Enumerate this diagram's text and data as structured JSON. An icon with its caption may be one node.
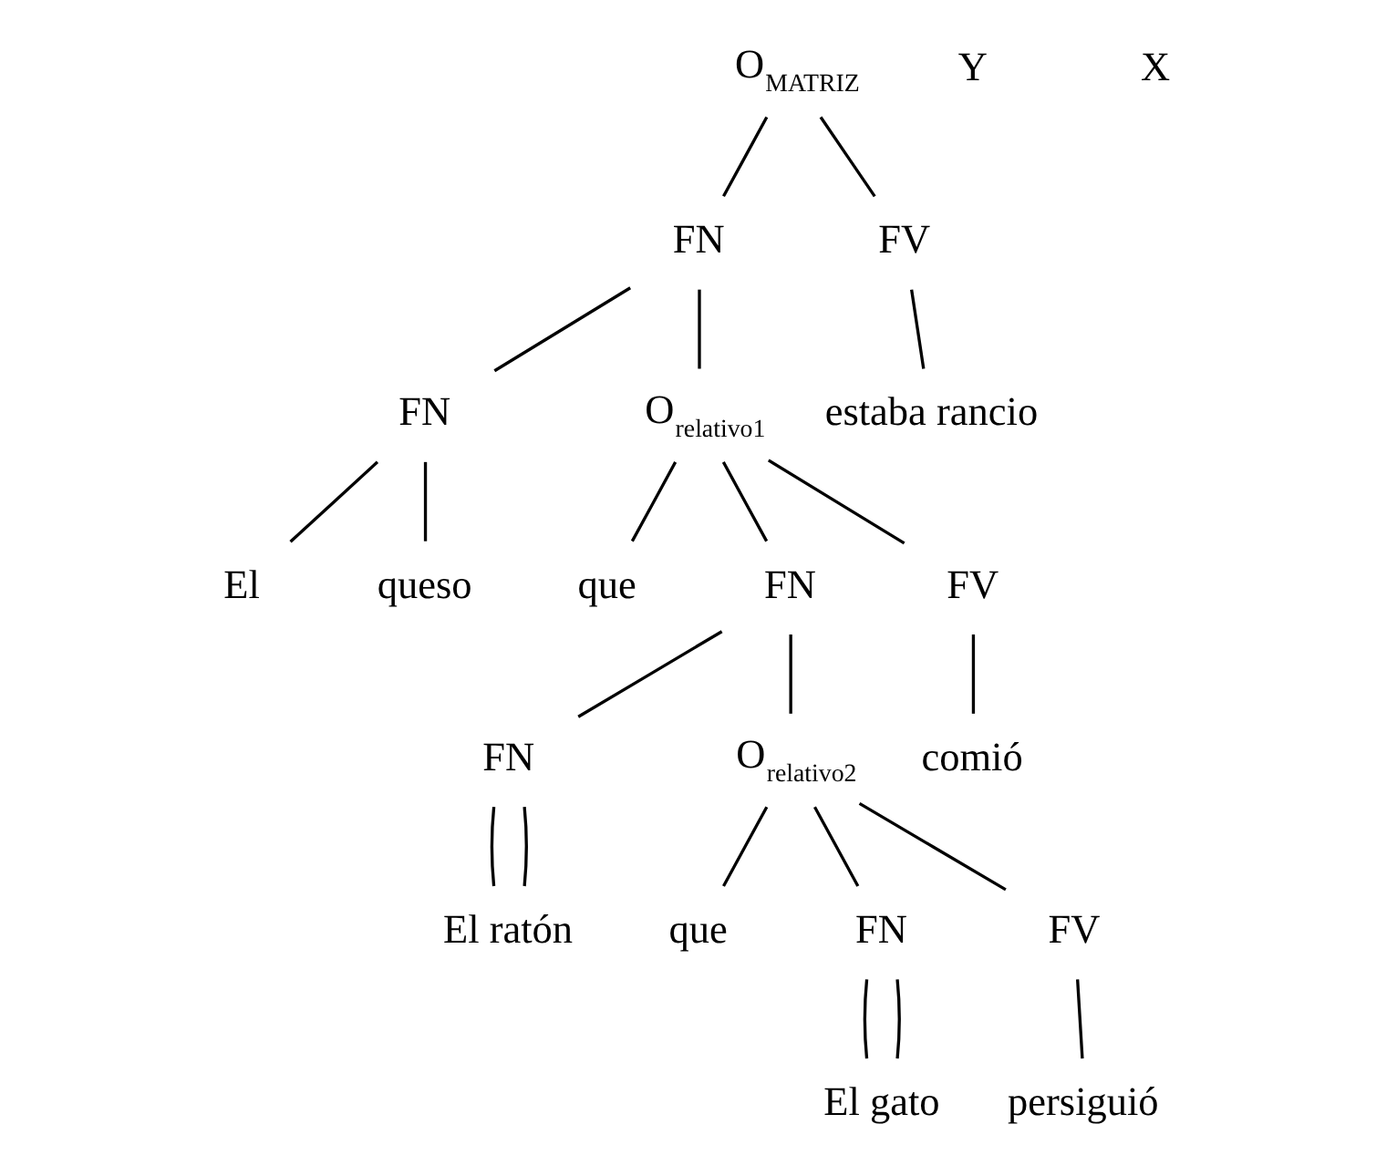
{
  "diagram": {
    "nodes": [
      {
        "text": [
          "O$_{MATRIZ}$"
        ]
      },
      {
        "text": [
          "FN"
        ]
      },
      {
        "text": [
          "FV"
        ]
      },
      {
        "text": [
          "estaba rancio"
        ]
      },
      {
        "text": [
          "FN"
        ]
      },
      {
        "text": [
          "O$_{relativo1}$"
        ]
      },
      {
        "text": [
          "El"
        ]
      },
      {
        "text": [
          "queso"
        ]
      },
      {
        "text": [
          "que"
        ]
      },
      {
        "text": [
          "FN"
        ]
      },
      {
        "text": [
          "FV"
        ]
      },
      {
        "text": [
          "comió"
        ]
      },
      {
        "text": [
          "FN"
        ]
      },
      {
        "text": [
          "O$_{relativo2}$"
        ]
      },
      {
        "text": [
          "El ratón"
        ]
      },
      {
        "text": [
          "que"
        ]
      },
      {
        "text": [
          "FN"
        ]
      },
      {
        "text": [
          "FV"
        ]
      },
      {
        "text": [
          "El gato"
        ]
      },
      {
        "text": [
          "persiguió"
        ]
      }
    ],
    "edges": [
      {
        "from": 0,
        "to": 1,
        "arrow": "none"
      },
      {
        "from": 0,
        "to": 2,
        "arrow": "none"
      },
      {
        "from": 2,
        "to": 3,
        "arrow": "none"
      },
      {
        "from": 1,
        "to": 4,
        "arrow": "none"
      },
      {
        "from": 1,
        "to": 5,
        "arrow": "none"
      },
      {
        "from": 4,
        "to": 6,
        "arrow": "none"
      },
      {
        "from": 4,
        "to": 7,
        "arrow": "none"
      },
      {
        "from": 5,
        "to": 8,
        "arrow": "none"
      },
      {
        "from": 5,
        "to": 9,
        "arrow": "none"
      },
      {
        "from": 5,
        "to": 10,
        "arrow": "none"
      },
      {
        "from": 10,
        "to": 11,
        "arrow": "none"
      },
      {
        "from": 9,
        "to": 12,
        "arrow": "none"
      },
      {
        "from": 9,
        "to": 13,
        "arrow": "none"
      },
      {
        "from": 12,
        "to": 14,
        "arrow": "none"
      },
      {
        "from": 12,
        "to": 14,
        "arrow": "none"
      },
      {
        "from": 13,
        "to": 15,
        "arrow": "none"
      },
      {
        "from": 13,
        "to": 16,
        "arrow": "none"
      },
      {
        "from": 13,
        "to": 17,
        "arrow": "none"
      },
      {
        "from": 16,
        "to": 18,
        "arrow": "none"
      },
      {
        "from": 16,
        "to": 18,
        "arrow": "none"
      },
      {
        "from": 17,
        "to": 19,
        "arrow": "none"
      }
    ],
    "labels": [
      "Y",
      "X"
    ]
  }
}
